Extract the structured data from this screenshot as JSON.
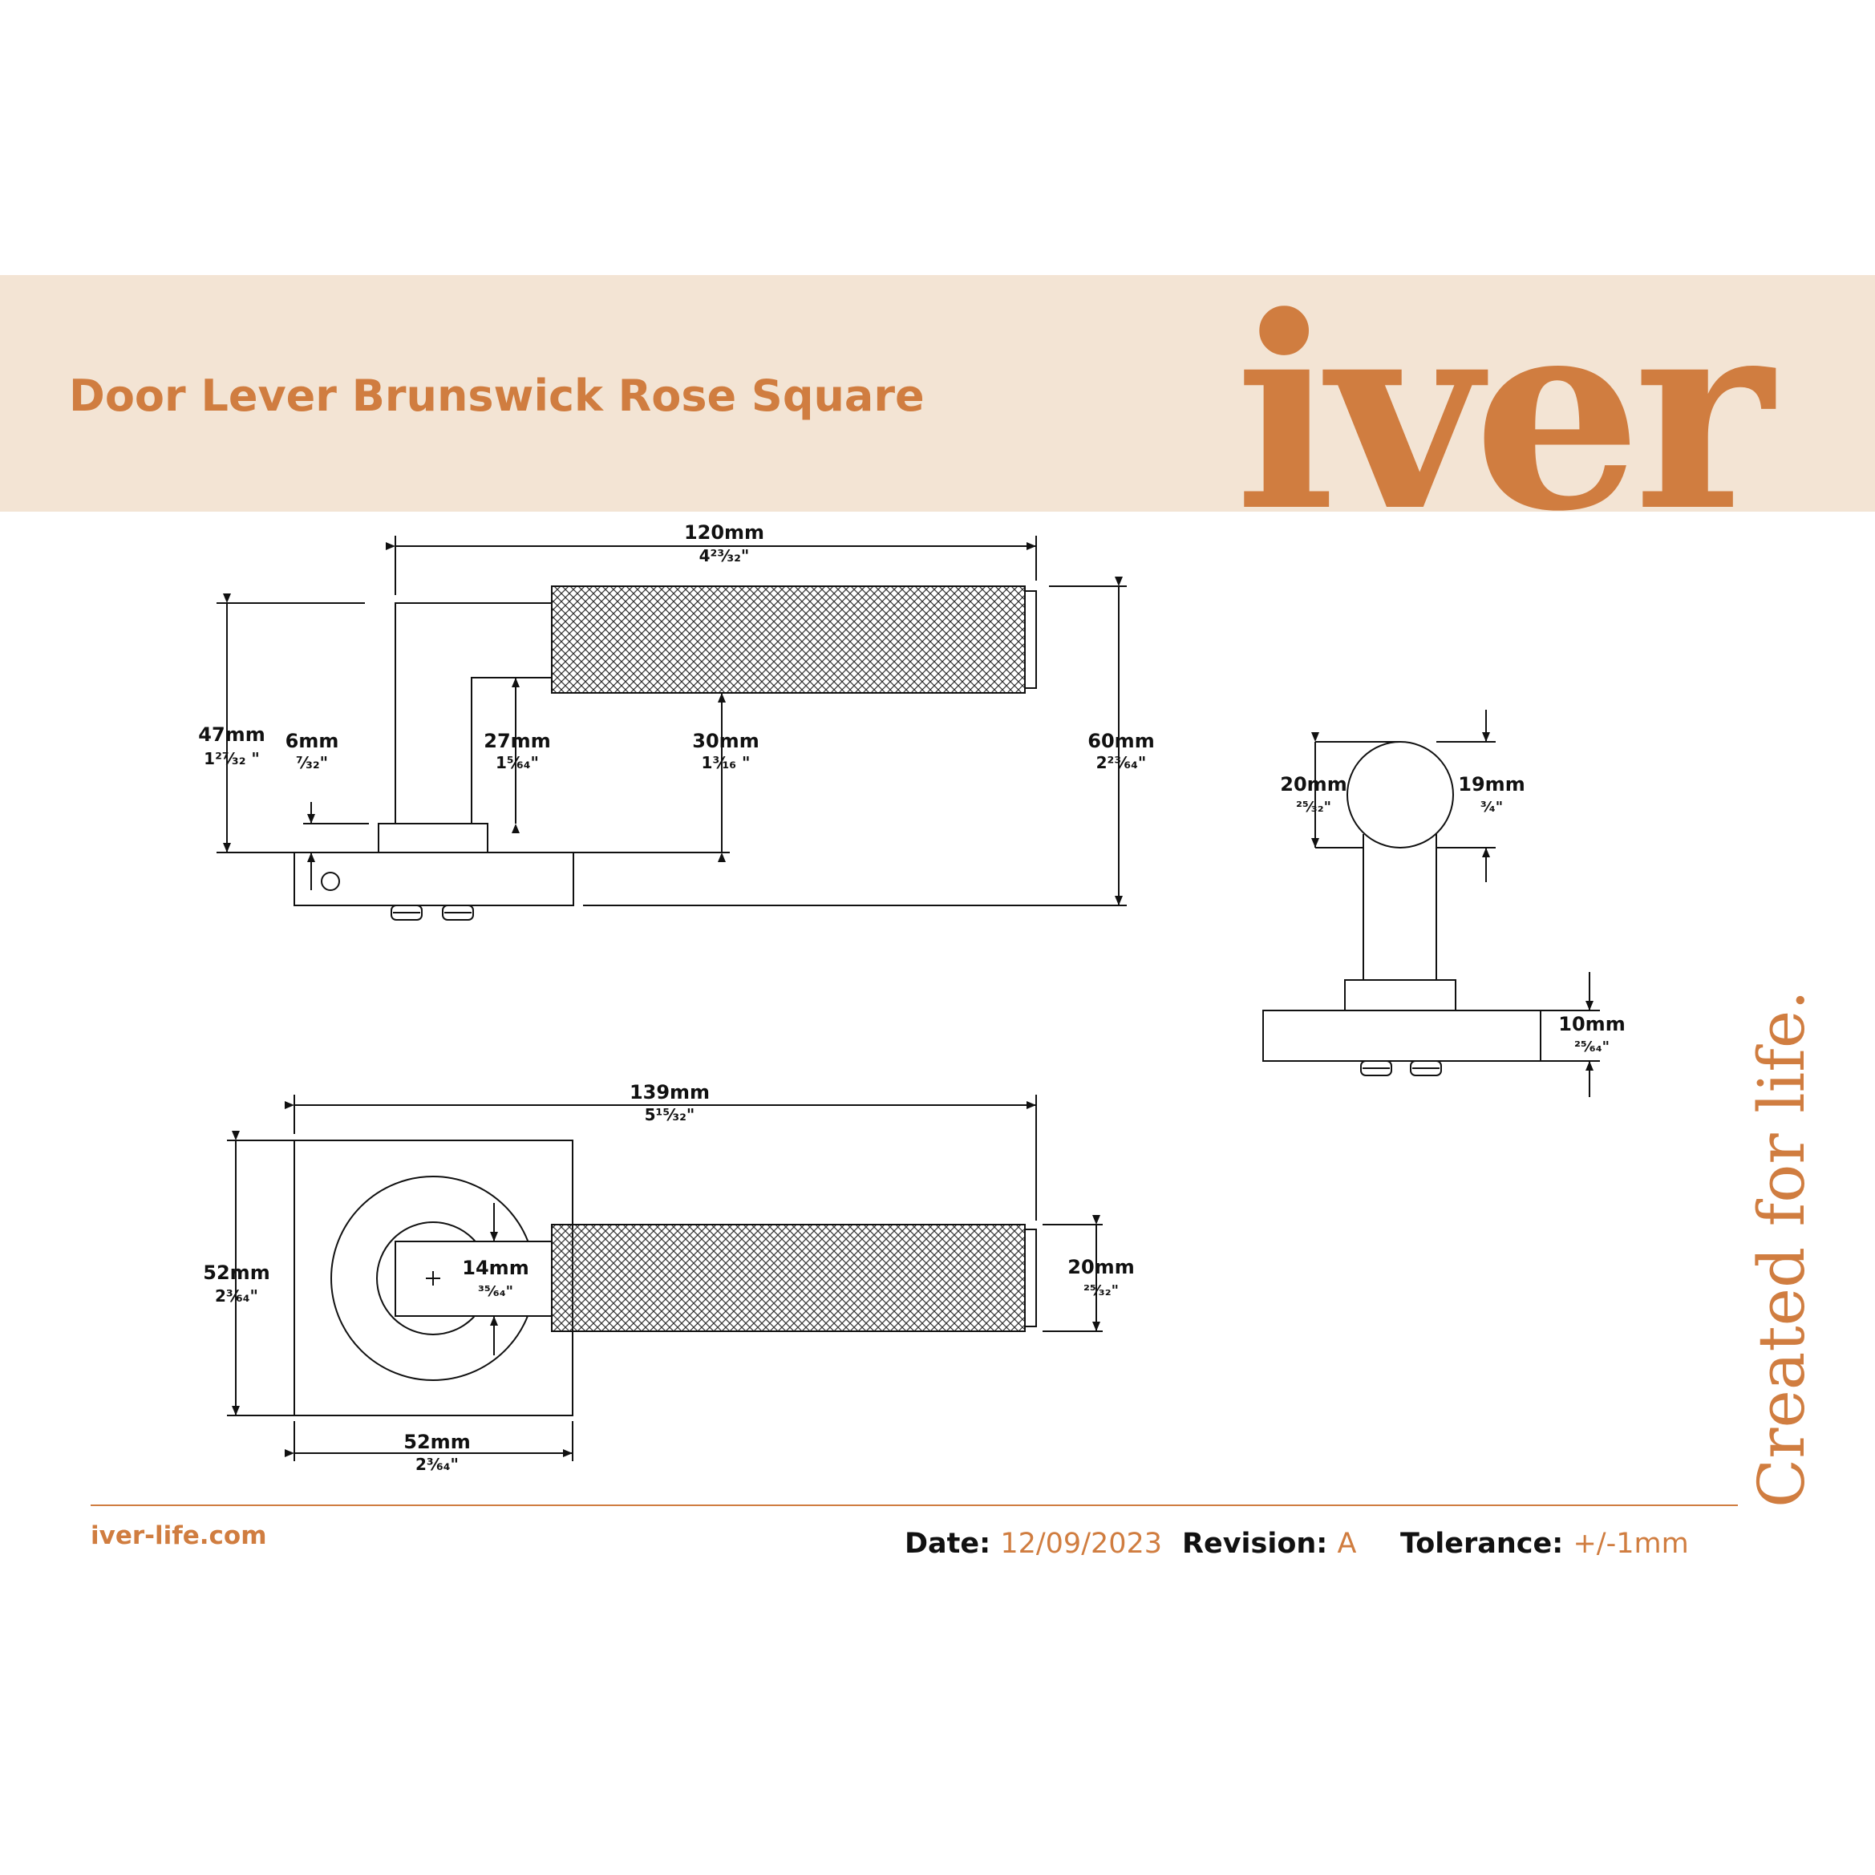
{
  "header": {
    "title": "Door Lever Brunswick Rose Square",
    "logo": "iver"
  },
  "tagline": "Created for life.",
  "footer": {
    "website": "iver-life.com",
    "date_label": "Date:",
    "date_value": "12/09/2023",
    "revision_label": "Revision:",
    "revision_value": "A",
    "tolerance_label": "Tolerance:",
    "tolerance_value": "+/-1mm"
  },
  "dimensions": {
    "side_length": {
      "mm": "120mm",
      "inch": "4²³⁄₃₂\""
    },
    "side_height": {
      "mm": "47mm",
      "inch": "1²⁷⁄₃₂ \""
    },
    "side_rose_thick": {
      "mm": "6mm",
      "inch": "⁷⁄₃₂\""
    },
    "side_neck": {
      "mm": "27mm",
      "inch": "1⁵⁄₆₄\""
    },
    "side_grip_gap": {
      "mm": "30mm",
      "inch": "1³⁄₁₆ \""
    },
    "side_total_height": {
      "mm": "60mm",
      "inch": "2²³⁄₆₄\""
    },
    "end_grip_dia": {
      "mm": "20mm",
      "inch": "²⁵⁄₃₂\""
    },
    "end_neck_dia": {
      "mm": "19mm",
      "inch": "³⁄₄\""
    },
    "end_rose": {
      "mm": "10mm",
      "inch": "²⁵⁄₆₄\""
    },
    "plan_length": {
      "mm": "139mm",
      "inch": "5¹⁵⁄₃₂\""
    },
    "plan_height": {
      "mm": "52mm",
      "inch": "2³⁄₆₄\""
    },
    "plan_width": {
      "mm": "52mm",
      "inch": "2³⁄₆₄\""
    },
    "plan_shank": {
      "mm": "14mm",
      "inch": "³⁵⁄₆₄\""
    },
    "plan_grip": {
      "mm": "20mm",
      "inch": "²⁵⁄₃₂\""
    }
  },
  "colors": {
    "accent": "#d07d40",
    "banner": "#f3e4d4",
    "line": "#111111"
  }
}
